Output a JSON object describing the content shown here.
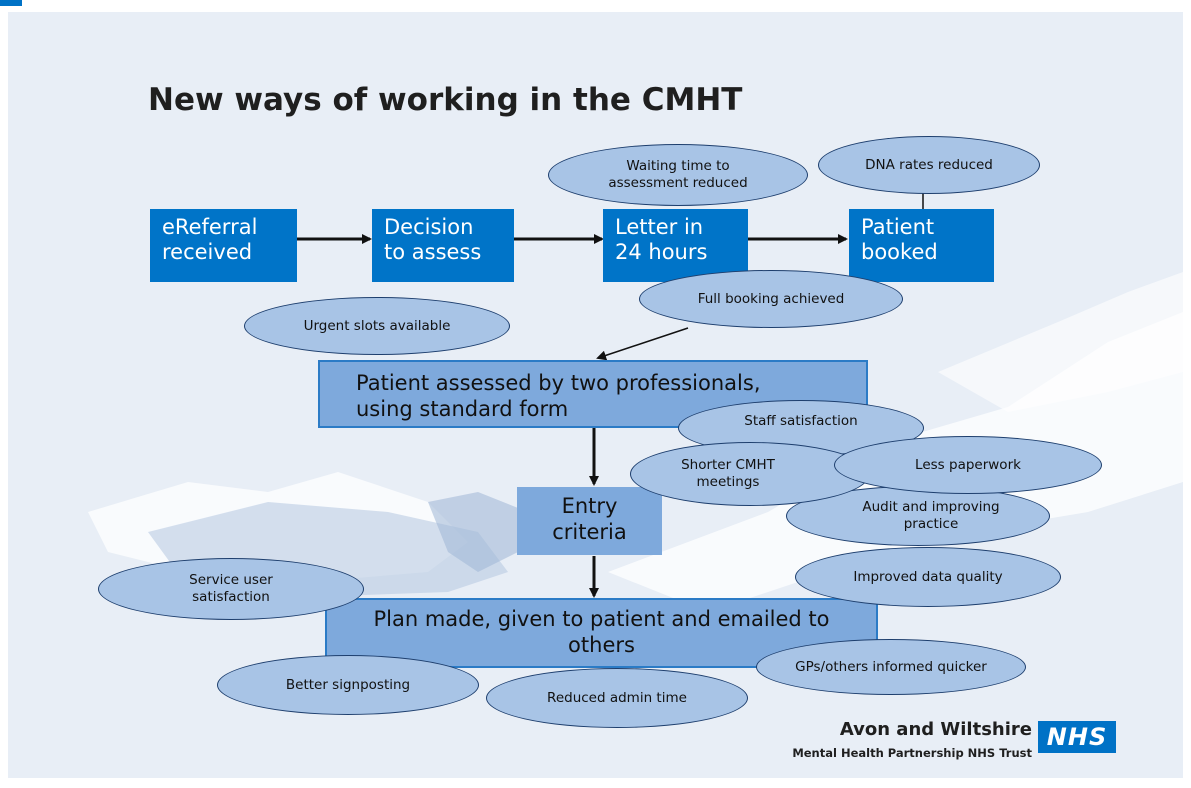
{
  "title": "New ways of working in the CMHT",
  "process": {
    "step1": [
      "eReferral",
      "received"
    ],
    "step2": [
      "Decision",
      "to assess"
    ],
    "step3": [
      "Letter in",
      "24 hours"
    ],
    "step4": [
      "Patient",
      "booked"
    ],
    "assessment": [
      "Patient assessed by two professionals,",
      "using standard form"
    ],
    "entry": [
      "Entry",
      "criteria"
    ],
    "plan": [
      "Plan made, given to patient and emailed to",
      "others"
    ]
  },
  "outcomes": {
    "waiting_time": [
      "Waiting time to",
      "assessment reduced"
    ],
    "dna_rates": "DNA rates reduced",
    "full_booking": "Full booking achieved",
    "urgent_slots": "Urgent slots available",
    "staff_satisfaction": "Staff satisfaction",
    "shorter_meetings": [
      "Shorter CMHT",
      "meetings"
    ],
    "less_paperwork": "Less paperwork",
    "audit": [
      "Audit and improving",
      "practice"
    ],
    "data_quality": "Improved data quality",
    "service_user": [
      "Service user",
      "satisfaction"
    ],
    "gps_informed": "GPs/others informed quicker",
    "signposting": "Better signposting",
    "admin_time": "Reduced admin time"
  },
  "branding": {
    "org_name": "Avon and Wiltshire",
    "org_sub": "Mental Health Partnership NHS Trust",
    "logo_text": "NHS",
    "logo_color": "#0072c6"
  },
  "colors": {
    "step_box": "#0074c8",
    "process_box": "#7ea9dc",
    "oval_fill": "#a8c4e6",
    "background": "#e8eef6"
  }
}
